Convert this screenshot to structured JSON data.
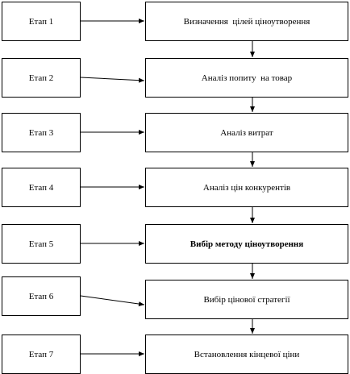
{
  "rows": [
    {
      "stage": "Етап 1",
      "step": "Визначення  цілей ціноутворення",
      "bold": false
    },
    {
      "stage": "Етап 2",
      "step": "Аналіз попиту  на товар",
      "bold": false
    },
    {
      "stage": "Етап 3",
      "step": "Аналіз витрат",
      "bold": false
    },
    {
      "stage": "Етап 4",
      "step": "Аналіз цін конкурентів",
      "bold": false
    },
    {
      "stage": "Етап 5",
      "step": "Вибір методу ціноутворення",
      "bold": true
    },
    {
      "stage": "Етап 6",
      "step": "Вибір цінової стратегії",
      "bold": false
    },
    {
      "stage": "Етап 7",
      "step": "Встановлення кінцевої ціни",
      "bold": false
    }
  ]
}
